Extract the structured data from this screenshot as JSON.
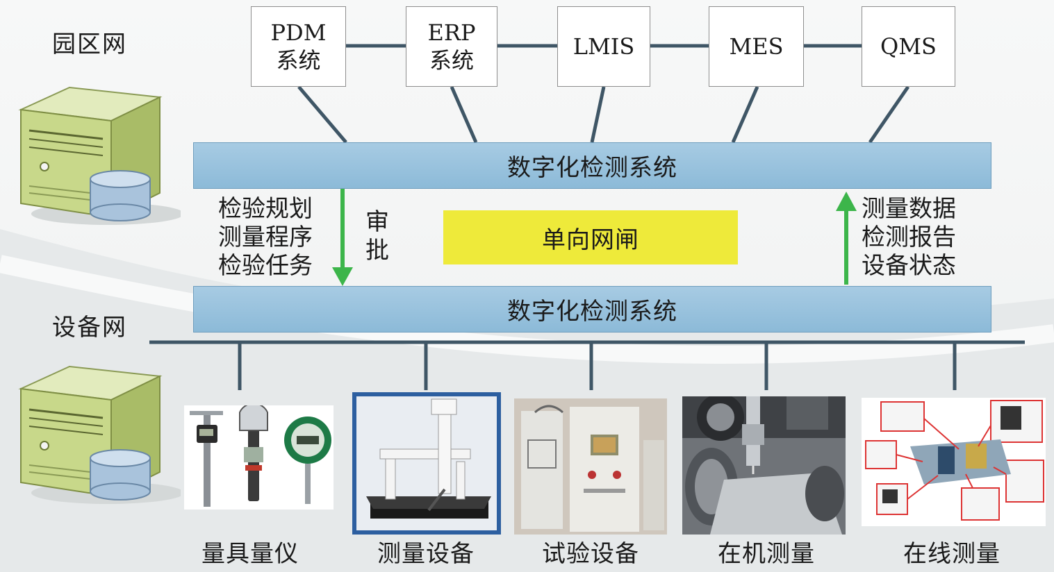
{
  "zones": {
    "park_network": "园区网",
    "device_network": "设备网"
  },
  "systems": [
    {
      "label": "PDM\n系统"
    },
    {
      "label": "ERP\n系统"
    },
    {
      "label": "LMIS"
    },
    {
      "label": "MES"
    },
    {
      "label": "QMS"
    }
  ],
  "upper_bar": "数字化检测系统",
  "lower_bar": "数字化检测系统",
  "gateway": "单向网闸",
  "down_flow": "检验规划\n测量程序\n检验任务",
  "approval": "审\n批",
  "up_flow": "测量数据\n检测报告\n设备状态",
  "devices": [
    {
      "label": "量具量仪"
    },
    {
      "label": "测量设备"
    },
    {
      "label": "试验设备"
    },
    {
      "label": "在机测量"
    },
    {
      "label": "在线测量"
    }
  ],
  "colors": {
    "bar": "#92bfdc",
    "gateway": "#eeea3a",
    "arrow": "#3cb54a",
    "connector": "#3f5666",
    "server_body": "#c8d88a",
    "database": "#a9c3dc"
  }
}
